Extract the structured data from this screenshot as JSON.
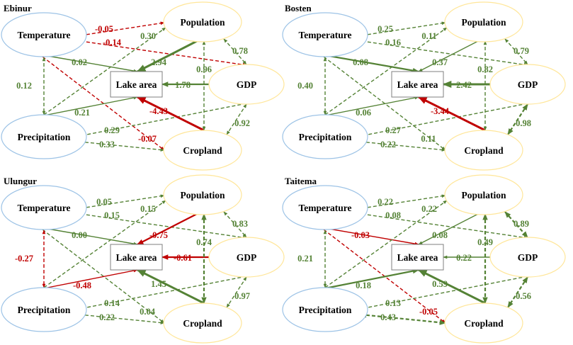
{
  "colors": {
    "positive": "#548235",
    "negative": "#c00000",
    "climate_node": "#9dc3e6",
    "human_node": "#ffe699",
    "lake_box": "#7f7f7f"
  },
  "nodes": {
    "temperature": "Temperature",
    "precipitation": "Precipitation",
    "population": "Population",
    "gdp": "GDP",
    "cropland": "Cropland",
    "lake": "Lake area"
  },
  "panels": [
    {
      "title": "Ebinur",
      "paths": [
        {
          "from": "temperature",
          "to": "population",
          "value": "-0.05",
          "sign": "negative",
          "style": "dashed",
          "weight": 1
        },
        {
          "from": "temperature",
          "to": "gdp",
          "value": "-0.14",
          "sign": "negative",
          "style": "dashed",
          "weight": 1
        },
        {
          "from": "temperature",
          "to": "cropland",
          "value": "-0.07",
          "sign": "negative",
          "style": "dashed",
          "weight": 1
        },
        {
          "from": "temperature",
          "to": "lake",
          "value": "0.02",
          "sign": "positive",
          "style": "solid",
          "weight": 1
        },
        {
          "from": "temperature",
          "to": "precipitation",
          "value": "0.12",
          "sign": "positive",
          "style": "dashed",
          "weight": 1,
          "both": true
        },
        {
          "from": "precipitation",
          "to": "population",
          "value": "0.30",
          "sign": "positive",
          "style": "dashed",
          "weight": 1
        },
        {
          "from": "precipitation",
          "to": "lake",
          "value": "0.21",
          "sign": "positive",
          "style": "solid",
          "weight": 1
        },
        {
          "from": "gdp",
          "to": "precipitation",
          "value": "0.29",
          "sign": "positive",
          "style": "dashed",
          "weight": 1
        },
        {
          "from": "precipitation",
          "to": "cropland",
          "value": "0.33",
          "sign": "positive",
          "style": "dashed",
          "weight": 1,
          "both": true
        },
        {
          "from": "population",
          "to": "lake",
          "value": "2.94",
          "sign": "positive",
          "style": "solid",
          "weight": 3
        },
        {
          "from": "gdp",
          "to": "lake",
          "value": "1.78",
          "sign": "positive",
          "style": "solid",
          "weight": 2
        },
        {
          "from": "cropland",
          "to": "lake",
          "value": "-4.43",
          "sign": "negative",
          "style": "solid",
          "weight": 3
        },
        {
          "from": "population",
          "to": "gdp",
          "value": "0.78",
          "sign": "positive",
          "style": "dashed",
          "weight": 1,
          "both": true
        },
        {
          "from": "population",
          "to": "cropland",
          "value": "0.96",
          "sign": "positive",
          "style": "dashed",
          "weight": 1,
          "both": true
        },
        {
          "from": "gdp",
          "to": "cropland",
          "value": "0.92",
          "sign": "positive",
          "style": "dashed",
          "weight": 1,
          "both": true
        }
      ]
    },
    {
      "title": "Bosten",
      "paths": [
        {
          "from": "temperature",
          "to": "population",
          "value": "0.25",
          "sign": "positive",
          "style": "dashed",
          "weight": 1,
          "both": true
        },
        {
          "from": "temperature",
          "to": "gdp",
          "value": "0.16",
          "sign": "positive",
          "style": "dashed",
          "weight": 1
        },
        {
          "from": "temperature",
          "to": "cropland",
          "value": "0.11",
          "sign": "positive",
          "style": "dashed",
          "weight": 1
        },
        {
          "from": "temperature",
          "to": "lake",
          "value": "0.08",
          "sign": "positive",
          "style": "solid",
          "weight": 2
        },
        {
          "from": "temperature",
          "to": "precipitation",
          "value": "0.40",
          "sign": "positive",
          "style": "dashed",
          "weight": 1,
          "both": true
        },
        {
          "from": "precipitation",
          "to": "population",
          "value": "0.11",
          "sign": "positive",
          "style": "dashed",
          "weight": 1
        },
        {
          "from": "precipitation",
          "to": "lake",
          "value": "0.06",
          "sign": "positive",
          "style": "solid",
          "weight": 1
        },
        {
          "from": "gdp",
          "to": "precipitation",
          "value": "0.27",
          "sign": "positive",
          "style": "dashed",
          "weight": 1
        },
        {
          "from": "precipitation",
          "to": "cropland",
          "value": "0.22",
          "sign": "positive",
          "style": "dashed",
          "weight": 1,
          "both": true
        },
        {
          "from": "population",
          "to": "lake",
          "value": "0.37",
          "sign": "positive",
          "style": "solid",
          "weight": 1
        },
        {
          "from": "gdp",
          "to": "lake",
          "value": "2.42",
          "sign": "positive",
          "style": "solid",
          "weight": 3
        },
        {
          "from": "cropland",
          "to": "lake",
          "value": "-3.44",
          "sign": "negative",
          "style": "solid",
          "weight": 3
        },
        {
          "from": "population",
          "to": "gdp",
          "value": "0.79",
          "sign": "positive",
          "style": "dashed",
          "weight": 1,
          "both": true
        },
        {
          "from": "population",
          "to": "cropland",
          "value": "0.82",
          "sign": "positive",
          "style": "dashed",
          "weight": 1,
          "both": true
        },
        {
          "from": "gdp",
          "to": "cropland",
          "value": "0.98",
          "sign": "positive",
          "style": "dashed",
          "weight": 2,
          "both": true
        }
      ]
    },
    {
      "title": "Ulungur",
      "paths": [
        {
          "from": "temperature",
          "to": "population",
          "value": "0.05",
          "sign": "positive",
          "style": "dashed",
          "weight": 1,
          "both": true
        },
        {
          "from": "temperature",
          "to": "gdp",
          "value": "0.15",
          "sign": "positive",
          "style": "dashed",
          "weight": 1
        },
        {
          "from": "temperature",
          "to": "cropland",
          "value": "0.04",
          "sign": "positive",
          "style": "dashed",
          "weight": 1
        },
        {
          "from": "temperature",
          "to": "lake",
          "value": "0.00",
          "sign": "positive",
          "style": "solid",
          "weight": 1
        },
        {
          "from": "temperature",
          "to": "precipitation",
          "value": "-0.27",
          "sign": "negative",
          "style": "dashed",
          "weight": 1,
          "both": true
        },
        {
          "from": "precipitation",
          "to": "population",
          "value": "0.15",
          "sign": "positive",
          "style": "dashed",
          "weight": 1
        },
        {
          "from": "precipitation",
          "to": "lake",
          "value": "-0.48",
          "sign": "negative",
          "style": "solid",
          "weight": 1
        },
        {
          "from": "gdp",
          "to": "precipitation",
          "value": "0.14",
          "sign": "positive",
          "style": "dashed",
          "weight": 1
        },
        {
          "from": "precipitation",
          "to": "cropland",
          "value": "0.22",
          "sign": "positive",
          "style": "dashed",
          "weight": 1,
          "both": true
        },
        {
          "from": "population",
          "to": "lake",
          "value": "-0.75",
          "sign": "negative",
          "style": "solid",
          "weight": 2
        },
        {
          "from": "gdp",
          "to": "lake",
          "value": "-0.61",
          "sign": "negative",
          "style": "solid",
          "weight": 2
        },
        {
          "from": "cropland",
          "to": "lake",
          "value": "1.45",
          "sign": "positive",
          "style": "solid",
          "weight": 3
        },
        {
          "from": "population",
          "to": "gdp",
          "value": "0.83",
          "sign": "positive",
          "style": "dashed",
          "weight": 1,
          "both": true
        },
        {
          "from": "population",
          "to": "cropland",
          "value": "0.74",
          "sign": "positive",
          "style": "dashed",
          "weight": 2,
          "both": true
        },
        {
          "from": "gdp",
          "to": "cropland",
          "value": "0.97",
          "sign": "positive",
          "style": "dashed",
          "weight": 1,
          "both": true
        }
      ]
    },
    {
      "title": "Taitema",
      "paths": [
        {
          "from": "temperature",
          "to": "population",
          "value": "0.22",
          "sign": "positive",
          "style": "dashed",
          "weight": 1,
          "both": true
        },
        {
          "from": "temperature",
          "to": "gdp",
          "value": "0.08",
          "sign": "positive",
          "style": "dashed",
          "weight": 1
        },
        {
          "from": "temperature",
          "to": "cropland",
          "value": "-0.05",
          "sign": "negative",
          "style": "dashed",
          "weight": 1
        },
        {
          "from": "temperature",
          "to": "lake",
          "value": "-0.03",
          "sign": "negative",
          "style": "solid",
          "weight": 1
        },
        {
          "from": "temperature",
          "to": "precipitation",
          "value": "0.21",
          "sign": "positive",
          "style": "dashed",
          "weight": 1,
          "both": true
        },
        {
          "from": "precipitation",
          "to": "population",
          "value": "0.22",
          "sign": "positive",
          "style": "dashed",
          "weight": 1
        },
        {
          "from": "precipitation",
          "to": "lake",
          "value": "0.18",
          "sign": "positive",
          "style": "solid",
          "weight": 2
        },
        {
          "from": "gdp",
          "to": "precipitation",
          "value": "0.13",
          "sign": "positive",
          "style": "dashed",
          "weight": 1
        },
        {
          "from": "precipitation",
          "to": "cropland",
          "value": "0.43",
          "sign": "positive",
          "style": "dashed",
          "weight": 2,
          "both": true
        },
        {
          "from": "population",
          "to": "lake",
          "value": "0.08",
          "sign": "positive",
          "style": "solid",
          "weight": 1
        },
        {
          "from": "gdp",
          "to": "lake",
          "value": "0.22",
          "sign": "positive",
          "style": "solid",
          "weight": 1
        },
        {
          "from": "cropland",
          "to": "lake",
          "value": "0.59",
          "sign": "positive",
          "style": "solid",
          "weight": 3
        },
        {
          "from": "population",
          "to": "gdp",
          "value": "0.89",
          "sign": "positive",
          "style": "dashed",
          "weight": 2,
          "both": true
        },
        {
          "from": "population",
          "to": "cropland",
          "value": "0.49",
          "sign": "positive",
          "style": "dashed",
          "weight": 2,
          "both": true
        },
        {
          "from": "gdp",
          "to": "cropland",
          "value": "0.56",
          "sign": "positive",
          "style": "dashed",
          "weight": 2,
          "both": true
        }
      ]
    }
  ]
}
